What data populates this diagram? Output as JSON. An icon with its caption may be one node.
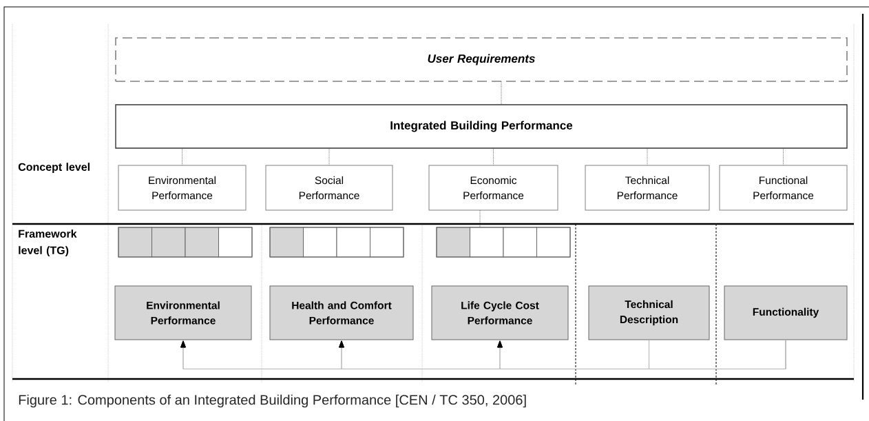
{
  "diagram": {
    "caption": "Figure 1: Components of an Integrated Building Performance [CEN / TC 350, 2006]",
    "nodes": [
      {
        "text": [
          "User Requirements"
        ]
      },
      {
        "text": [
          "Integrated Building Performance"
        ]
      },
      {
        "text": [
          "Environmental Performance"
        ]
      },
      {
        "text": [
          "Social Performance"
        ]
      },
      {
        "text": [
          "Economic Performance"
        ]
      },
      {
        "text": [
          "Technical Performance"
        ]
      },
      {
        "text": [
          "Functional Performance"
        ]
      },
      {
        "text": [
          "Environmental Performance"
        ]
      },
      {
        "text": [
          "Health and Comfort Performance"
        ]
      },
      {
        "text": [
          "Life Cycle Cost Performance"
        ]
      },
      {
        "text": [
          "Technical Description"
        ]
      },
      {
        "text": [
          "Functionality"
        ]
      },
      {
        "text": [],
        "shape": "bar"
      },
      {
        "text": [],
        "shape": "bar"
      },
      {
        "text": [],
        "shape": "bar"
      }
    ],
    "edges": [
      {
        "from": 0,
        "to": 1,
        "arrow": "none",
        "style": "dashed"
      },
      {
        "from": 1,
        "to": 2,
        "arrow": "none",
        "style": "dashed"
      },
      {
        "from": 1,
        "to": 3,
        "arrow": "none",
        "style": "dashed"
      },
      {
        "from": 1,
        "to": 4,
        "arrow": "none",
        "style": "dashed"
      },
      {
        "from": 1,
        "to": 5,
        "arrow": "none",
        "style": "dashed"
      },
      {
        "from": 1,
        "to": 6,
        "arrow": "none",
        "style": "dashed"
      },
      {
        "from": 4,
        "to": 14,
        "arrow": "none",
        "style": "dashed"
      },
      {
        "from": 10,
        "to": 7,
        "arrow": "to",
        "color": "#b2b2b2"
      },
      {
        "from": 10,
        "to": 8,
        "arrow": "to",
        "color": "#b2b2b2"
      },
      {
        "from": 10,
        "to": 9,
        "arrow": "to",
        "color": "#b2b2b2"
      },
      {
        "from": 11,
        "to": 7,
        "arrow": "to",
        "color": "#b2b2b2"
      },
      {
        "from": 11,
        "to": 8,
        "arrow": "to",
        "color": "#b2b2b2"
      },
      {
        "from": 11,
        "to": 9,
        "arrow": "to",
        "color": "#b2b2b2"
      }
    ],
    "labels": [
      "Concept level",
      "Framework level (TG)"
    ]
  }
}
